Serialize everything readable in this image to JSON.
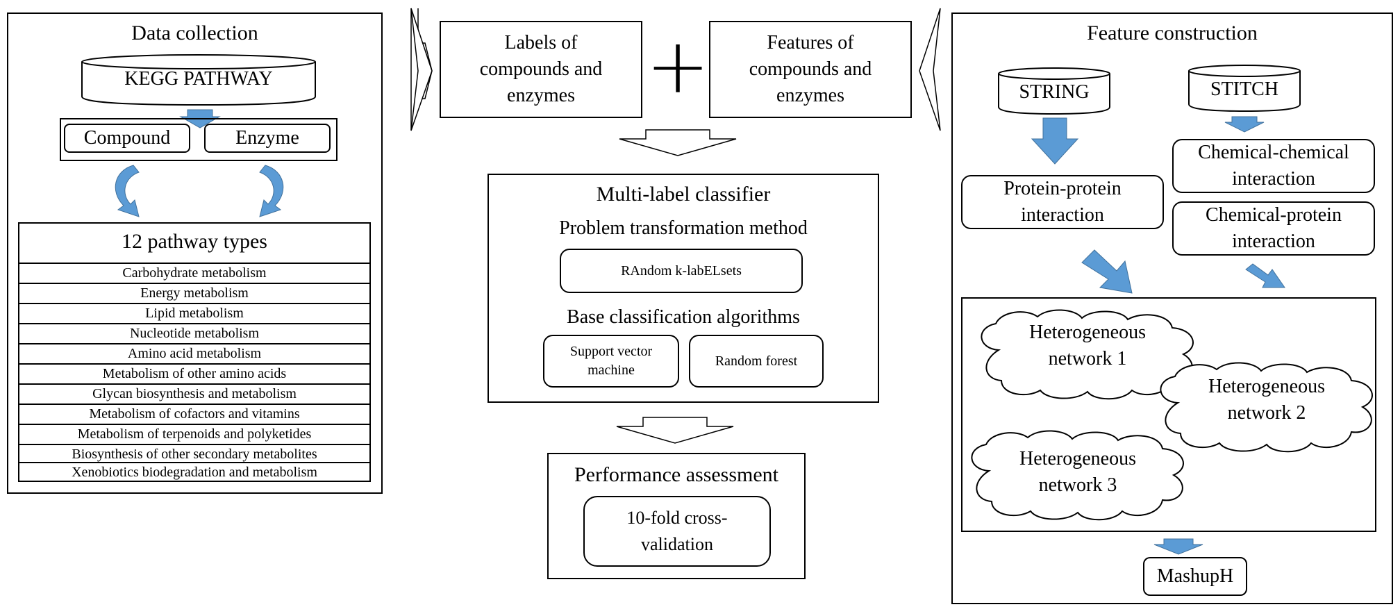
{
  "data_collection": {
    "title": "Data collection",
    "database": "KEGG PATHWAY",
    "compound": "Compound",
    "enzyme": "Enzyme",
    "pathway_types": {
      "header": "12 pathway types",
      "items": [
        "Carbohydrate metabolism",
        "Energy metabolism",
        "Lipid metabolism",
        "Nucleotide metabolism",
        "Amino acid metabolism",
        "Metabolism of other amino acids",
        "Glycan biosynthesis and metabolism",
        "Metabolism of cofactors and vitamins",
        "Metabolism of terpenoids and polyketides",
        "Biosynthesis of other secondary metabolites",
        "Xenobiotics biodegradation and metabolism"
      ]
    }
  },
  "center": {
    "labels_box": [
      "Labels of",
      "compounds and",
      "enzymes"
    ],
    "plus": "+",
    "features_box": [
      "Features of",
      "compounds and",
      "enzymes"
    ],
    "classifier": {
      "title": "Multi-label classifier",
      "ptm_title": "Problem transformation method",
      "ptm_method": "RAndom k-labELsets",
      "bca_title": "Base classification algorithms",
      "svm": [
        "Support vector",
        "machine"
      ],
      "rf": "Random forest"
    },
    "assessment": {
      "title": "Performance assessment",
      "method": [
        "10-fold cross-",
        "validation"
      ]
    }
  },
  "feature_construction": {
    "title": "Feature construction",
    "string_db": "STRING",
    "stitch_db": "STITCH",
    "ppi": [
      "Protein-protein",
      "interaction"
    ],
    "cci": [
      "Chemical-chemical",
      "interaction"
    ],
    "cpi": [
      "Chemical-protein",
      "interaction"
    ],
    "networks": [
      [
        "Heterogeneous",
        "network 1"
      ],
      [
        "Heterogeneous",
        "network 2"
      ],
      [
        "Heterogeneous",
        "network 3"
      ]
    ],
    "output": "MashupH"
  },
  "colors": {
    "arrow_fill": "#5b9bd5",
    "arrow_stroke": "#41719c",
    "line": "#000000"
  }
}
